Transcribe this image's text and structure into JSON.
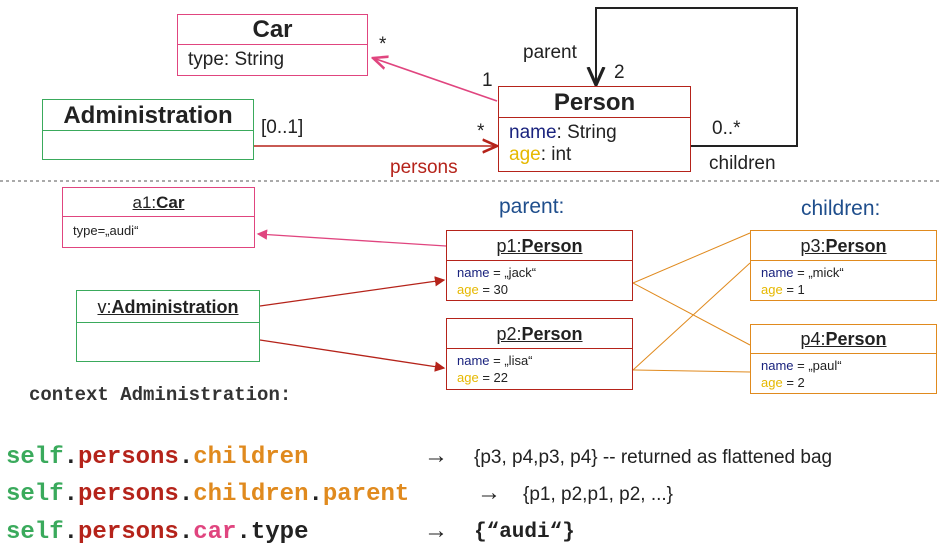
{
  "class_diagram": {
    "car": {
      "name": "Car",
      "attr": "type: String"
    },
    "administration": {
      "name": "Administration"
    },
    "person": {
      "name": "Person",
      "attr1_name": "name",
      "attr1_type": ": String",
      "attr2_name": "age",
      "attr2_type": ": int"
    },
    "labels": {
      "car_star": "*",
      "car_one": "1",
      "admin_range": "[0..1]",
      "admin_star": "*",
      "persons": "persons",
      "parent": "parent",
      "parent_mult": "2",
      "children_mult": "0..*",
      "children": "children"
    }
  },
  "object_diagram": {
    "parent_heading": "parent:",
    "children_heading": "children:",
    "a1": {
      "id": "a1:",
      "cls": "Car",
      "attr": "type=„audi“"
    },
    "v": {
      "id": "v:",
      "cls": "Administration"
    },
    "p1": {
      "id": "p1:",
      "cls": "Person",
      "name_key": "name",
      "name_val": " = „jack“",
      "age_key": "age",
      "age_val": " = 30"
    },
    "p2": {
      "id": "p2:",
      "cls": "Person",
      "name_key": "name",
      "name_val": " = „lisa“",
      "age_key": "age",
      "age_val": " = 22"
    },
    "p3": {
      "id": "p3:",
      "cls": "Person",
      "name_key": "name",
      "name_val": " = „mick“",
      "age_key": "age",
      "age_val": " = 1"
    },
    "p4": {
      "id": "p4:",
      "cls": "Person",
      "name_key": "name",
      "name_val": " = „paul“",
      "age_key": "age",
      "age_val": " = 2"
    }
  },
  "ocl": {
    "context": "context Administration:",
    "arrow": "→",
    "expr1": {
      "self": "self",
      "dot": ".",
      "persons": "persons",
      "children": "children",
      "result": "{p3, p4,p3, p4}  -- returned as flattened bag"
    },
    "expr2": {
      "self": "self",
      "dot": ".",
      "persons": "persons",
      "children": "children",
      "parent": "parent",
      "result": "{p1, p2,p1, p2, ...}"
    },
    "expr3": {
      "self": "self",
      "dot": ".",
      "persons": "persons",
      "car": "car",
      "type": "type",
      "result": "{“audi“}"
    }
  },
  "colors": {
    "pink": "#e0457f",
    "red": "#b5231a",
    "green": "#3aaa5c",
    "orange": "#e08a1e",
    "blue": "#1f4e8c",
    "navy": "#1a237e",
    "gold": "#e6b800"
  }
}
